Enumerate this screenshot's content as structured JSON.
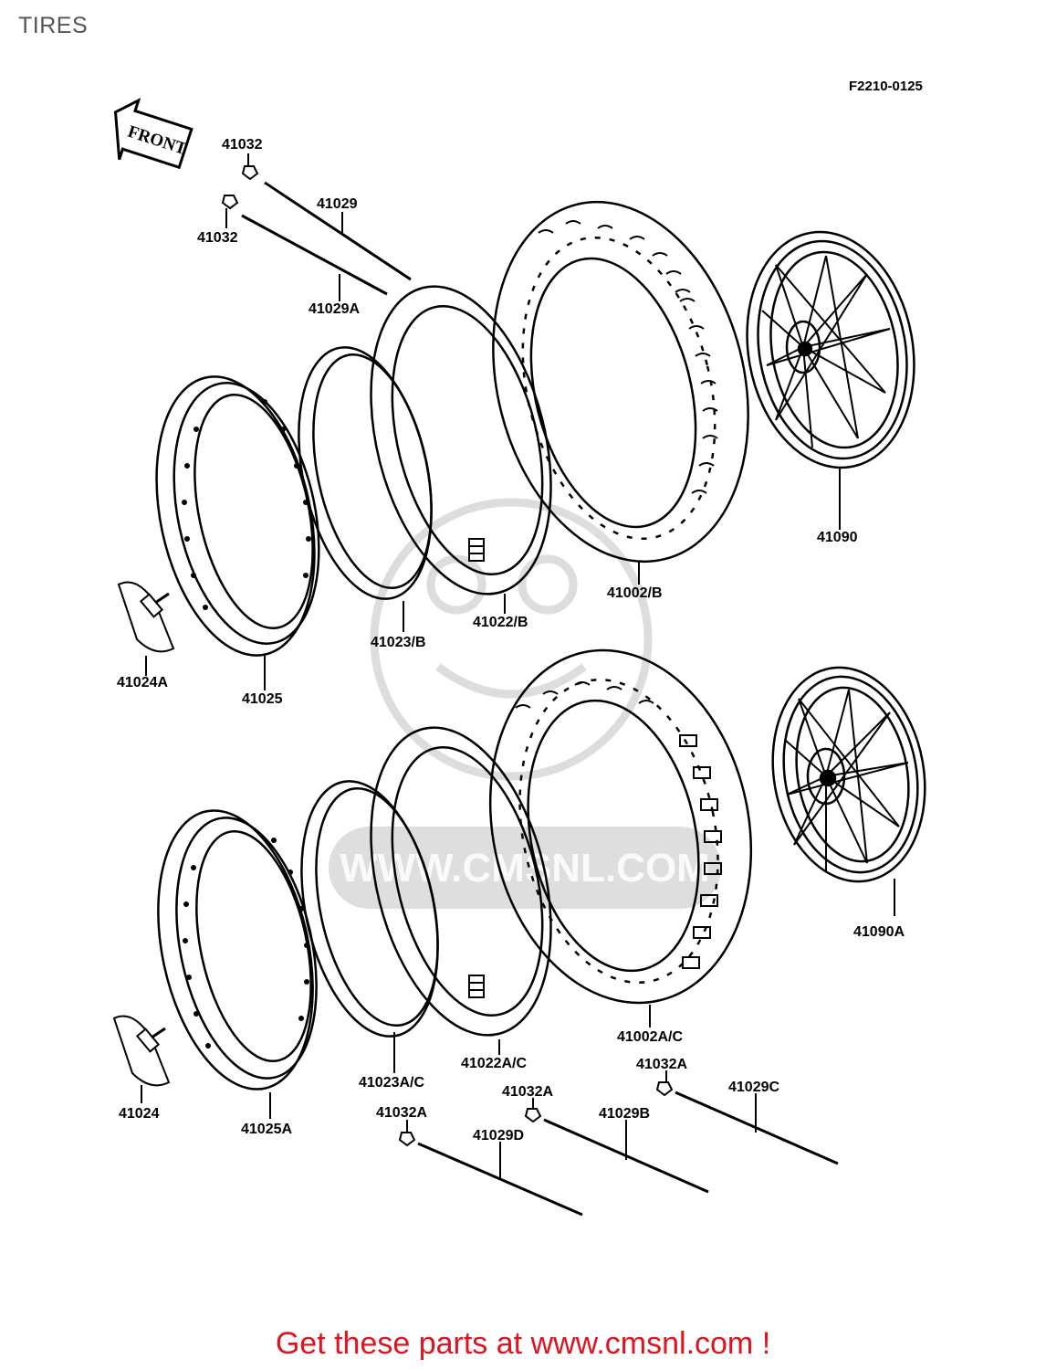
{
  "page": {
    "title": "TIRES",
    "diagram_code": "F2210-0125",
    "footer": "Get these parts at www.cmsnl.com !"
  },
  "front_arrow": {
    "label": "FRONT"
  },
  "watermark": {
    "text": "WWW.CMSNL.COM",
    "logo": "cmsnl-mascot-logo"
  },
  "parts": {
    "p41032_top": "41032",
    "p41029": "41029",
    "p41032_low": "41032",
    "p41029A": "41029A",
    "p41090": "41090",
    "p41002B": "41002/B",
    "p41022B": "41022/B",
    "p41023B": "41023/B",
    "p41024A": "41024A",
    "p41025": "41025",
    "p41090A": "41090A",
    "p41002AC": "41002A/C",
    "p41022AC": "41022A/C",
    "p41023AC": "41023A/C",
    "p41024": "41024",
    "p41025A": "41025A",
    "p41032A_1": "41032A",
    "p41029C": "41029C",
    "p41032A_2": "41032A",
    "p41029B": "41029B",
    "p41032A_3": "41032A",
    "p41029D": "41029D"
  }
}
